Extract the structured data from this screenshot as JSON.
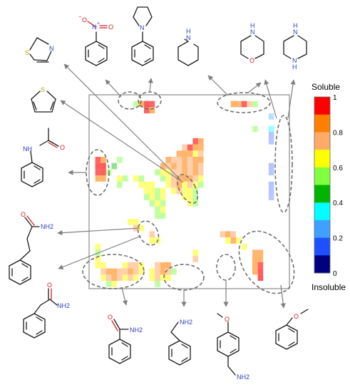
{
  "legend": {
    "top_label": "Soluble",
    "bottom_label": "Insoluble",
    "ticks": [
      "1",
      "0.8",
      "0.6",
      "0.4",
      "0.2",
      "0"
    ],
    "tick_values": [
      1,
      0.8,
      0.6,
      0.4,
      0.2,
      0
    ],
    "colors": [
      "#ff0000",
      "#ff7f00",
      "#ffaa66",
      "#ffff00",
      "#7fff3f",
      "#00b400",
      "#00ffff",
      "#3fa0ff",
      "#1e50ff",
      "#00007f"
    ]
  },
  "atoms": {
    "nitro_plus": "+",
    "nitro_minus": "−",
    "N": "N",
    "H": "H",
    "O": "O",
    "S": "S",
    "NH": "NH",
    "NH2": "NH2"
  },
  "heatmap": {
    "cells": [
      {
        "c": 8,
        "r": 1,
        "v": 0.55
      },
      {
        "c": 9,
        "r": 1,
        "v": 0.85
      },
      {
        "c": 10,
        "r": 1,
        "v": 0.95
      },
      {
        "c": 11,
        "r": 1,
        "v": 0.9
      },
      {
        "c": 26,
        "r": 1,
        "v": 0.85
      },
      {
        "c": 27,
        "r": 1,
        "v": 0.8
      },
      {
        "c": 28,
        "r": 1,
        "v": 0.9
      },
      {
        "c": 29,
        "r": 1,
        "v": 0.75
      },
      {
        "c": 30,
        "r": 1,
        "v": 0.6
      },
      {
        "c": 10,
        "r": 2,
        "v": 0.9
      },
      {
        "c": 11,
        "r": 2,
        "v": 0.85
      },
      {
        "c": 33,
        "r": 3,
        "v": 0.25
      },
      {
        "c": 30,
        "r": 5,
        "v": 0.55
      },
      {
        "c": 33,
        "r": 5,
        "v": 0.4
      },
      {
        "c": 33,
        "r": 6,
        "v": 0.2
      },
      {
        "c": 19,
        "r": 7,
        "v": 0.9
      },
      {
        "c": 20,
        "r": 7,
        "v": 0.85
      },
      {
        "c": 33,
        "r": 7,
        "v": 0.15
      },
      {
        "c": 17,
        "r": 8,
        "v": 0.75
      },
      {
        "c": 18,
        "r": 8,
        "v": 0.9
      },
      {
        "c": 19,
        "r": 8,
        "v": 0.85
      },
      {
        "c": 20,
        "r": 8,
        "v": 0.8
      },
      {
        "c": 16,
        "r": 9,
        "v": 0.8
      },
      {
        "c": 17,
        "r": 9,
        "v": 0.85
      },
      {
        "c": 18,
        "r": 9,
        "v": 0.8
      },
      {
        "c": 19,
        "r": 9,
        "v": 0.7
      },
      {
        "c": 20,
        "r": 9,
        "v": 0.75
      },
      {
        "c": 1,
        "r": 10,
        "v": 0.9
      },
      {
        "c": 2,
        "r": 10,
        "v": 0.85
      },
      {
        "c": 5,
        "r": 10,
        "v": 0.55
      },
      {
        "c": 14,
        "r": 10,
        "v": 0.8
      },
      {
        "c": 15,
        "r": 10,
        "v": 0.75
      },
      {
        "c": 16,
        "r": 10,
        "v": 0.75
      },
      {
        "c": 17,
        "r": 10,
        "v": 0.8
      },
      {
        "c": 18,
        "r": 10,
        "v": 0.75
      },
      {
        "c": 19,
        "r": 10,
        "v": 0.8
      },
      {
        "c": 20,
        "r": 10,
        "v": 0.8
      },
      {
        "c": 1,
        "r": 11,
        "v": 0.95
      },
      {
        "c": 2,
        "r": 11,
        "v": 1.0
      },
      {
        "c": 4,
        "r": 11,
        "v": 0.45
      },
      {
        "c": 13,
        "r": 11,
        "v": 0.8
      },
      {
        "c": 14,
        "r": 11,
        "v": 0.75
      },
      {
        "c": 15,
        "r": 11,
        "v": 0.8
      },
      {
        "c": 16,
        "r": 11,
        "v": 0.75
      },
      {
        "c": 17,
        "r": 11,
        "v": 0.8
      },
      {
        "c": 18,
        "r": 11,
        "v": 0.75
      },
      {
        "c": 19,
        "r": 11,
        "v": 0.8
      },
      {
        "c": 20,
        "r": 11,
        "v": 0.75
      },
      {
        "c": 33,
        "r": 11,
        "v": 0.2
      },
      {
        "c": 1,
        "r": 12,
        "v": 0.9
      },
      {
        "c": 2,
        "r": 12,
        "v": 0.95
      },
      {
        "c": 3,
        "r": 12,
        "v": 0.6
      },
      {
        "c": 12,
        "r": 12,
        "v": 0.6
      },
      {
        "c": 13,
        "r": 12,
        "v": 0.65
      },
      {
        "c": 14,
        "r": 12,
        "v": 0.7
      },
      {
        "c": 15,
        "r": 12,
        "v": 0.75
      },
      {
        "c": 16,
        "r": 12,
        "v": 0.75
      },
      {
        "c": 17,
        "r": 12,
        "v": 0.8
      },
      {
        "c": 18,
        "r": 12,
        "v": 0.75
      },
      {
        "c": 19,
        "r": 12,
        "v": 0.8
      },
      {
        "c": 20,
        "r": 12,
        "v": 0.75
      },
      {
        "c": 33,
        "r": 12,
        "v": 0.15
      },
      {
        "c": 1,
        "r": 13,
        "v": 0.85
      },
      {
        "c": 2,
        "r": 13,
        "v": 0.8
      },
      {
        "c": 5,
        "r": 13,
        "v": 0.65
      },
      {
        "c": 6,
        "r": 13,
        "v": 0.6
      },
      {
        "c": 8,
        "r": 13,
        "v": 0.65
      },
      {
        "c": 9,
        "r": 13,
        "v": 0.6
      },
      {
        "c": 13,
        "r": 13,
        "v": 0.6
      },
      {
        "c": 14,
        "r": 13,
        "v": 0.7
      },
      {
        "c": 15,
        "r": 13,
        "v": 0.75
      },
      {
        "c": 16,
        "r": 13,
        "v": 0.8
      },
      {
        "c": 17,
        "r": 13,
        "v": 0.85
      },
      {
        "c": 18,
        "r": 13,
        "v": 0.8
      },
      {
        "c": 19,
        "r": 13,
        "v": 0.75
      },
      {
        "c": 20,
        "r": 13,
        "v": 0.7
      },
      {
        "c": 5,
        "r": 14,
        "v": 0.6
      },
      {
        "c": 9,
        "r": 14,
        "v": 0.65
      },
      {
        "c": 10,
        "r": 14,
        "v": 0.7
      },
      {
        "c": 11,
        "r": 14,
        "v": 0.65
      },
      {
        "c": 14,
        "r": 14,
        "v": 0.7
      },
      {
        "c": 15,
        "r": 14,
        "v": 0.75
      },
      {
        "c": 16,
        "r": 14,
        "v": 0.8
      },
      {
        "c": 17,
        "r": 14,
        "v": 0.7
      },
      {
        "c": 18,
        "r": 14,
        "v": 0.75
      },
      {
        "c": 19,
        "r": 14,
        "v": 0.7
      },
      {
        "c": 20,
        "r": 14,
        "v": 0.6
      },
      {
        "c": 33,
        "r": 14,
        "v": 0.2
      },
      {
        "c": 10,
        "r": 15,
        "v": 0.65
      },
      {
        "c": 11,
        "r": 15,
        "v": 0.7
      },
      {
        "c": 12,
        "r": 15,
        "v": 0.6
      },
      {
        "c": 13,
        "r": 15,
        "v": 0.65
      },
      {
        "c": 15,
        "r": 15,
        "v": 0.7
      },
      {
        "c": 16,
        "r": 15,
        "v": 0.75
      },
      {
        "c": 17,
        "r": 15,
        "v": 0.65
      },
      {
        "c": 18,
        "r": 15,
        "v": 0.7
      },
      {
        "c": 19,
        "r": 15,
        "v": 0.55
      },
      {
        "c": 33,
        "r": 15,
        "v": 0.2
      },
      {
        "c": 10,
        "r": 16,
        "v": 0.6
      },
      {
        "c": 11,
        "r": 16,
        "v": 0.65
      },
      {
        "c": 12,
        "r": 16,
        "v": 0.6
      },
      {
        "c": 13,
        "r": 16,
        "v": 0.65
      },
      {
        "c": 17,
        "r": 16,
        "v": 0.7
      },
      {
        "c": 18,
        "r": 16,
        "v": 0.7
      },
      {
        "c": 19,
        "r": 16,
        "v": 0.6
      },
      {
        "c": 33,
        "r": 16,
        "v": 0.15
      },
      {
        "c": 11,
        "r": 17,
        "v": 0.6
      },
      {
        "c": 12,
        "r": 17,
        "v": 0.65
      },
      {
        "c": 13,
        "r": 17,
        "v": 0.6
      },
      {
        "c": 18,
        "r": 17,
        "v": 0.65
      },
      {
        "c": 19,
        "r": 17,
        "v": 0.6
      },
      {
        "c": 12,
        "r": 18,
        "v": 0.6
      },
      {
        "c": 13,
        "r": 18,
        "v": 0.65
      },
      {
        "c": 12,
        "r": 19,
        "v": 0.6
      },
      {
        "c": 13,
        "r": 19,
        "v": 0.6
      },
      {
        "c": 7,
        "r": 20,
        "v": 0.7
      },
      {
        "c": 8,
        "r": 20,
        "v": 0.65
      },
      {
        "c": 8,
        "r": 21,
        "v": 0.75
      },
      {
        "c": 9,
        "r": 21,
        "v": 0.7
      },
      {
        "c": 11,
        "r": 22,
        "v": 0.75
      },
      {
        "c": 24,
        "r": 22,
        "v": 0.75
      },
      {
        "c": 25,
        "r": 22,
        "v": 0.8
      },
      {
        "c": 26,
        "r": 22,
        "v": 0.75
      },
      {
        "c": 11,
        "r": 23,
        "v": 0.7
      },
      {
        "c": 12,
        "r": 23,
        "v": 0.65
      },
      {
        "c": 25,
        "r": 23,
        "v": 0.7
      },
      {
        "c": 26,
        "r": 23,
        "v": 0.8
      },
      {
        "c": 27,
        "r": 23,
        "v": 0.7
      },
      {
        "c": 1,
        "r": 24,
        "v": 0.65
      },
      {
        "c": 28,
        "r": 24,
        "v": 0.65
      },
      {
        "c": 1,
        "r": 25,
        "v": 0.6
      },
      {
        "c": 19,
        "r": 25,
        "v": 0.7
      },
      {
        "c": 30,
        "r": 25,
        "v": 0.8
      },
      {
        "c": 31,
        "r": 25,
        "v": 0.8
      },
      {
        "c": 1,
        "r": 26,
        "v": 0.65
      },
      {
        "c": 19,
        "r": 26,
        "v": 0.75
      },
      {
        "c": 30,
        "r": 26,
        "v": 0.85
      },
      {
        "c": 31,
        "r": 26,
        "v": 0.8
      },
      {
        "c": 1,
        "r": 27,
        "v": 0.7
      },
      {
        "c": 2,
        "r": 27,
        "v": 0.65
      },
      {
        "c": 6,
        "r": 27,
        "v": 0.7
      },
      {
        "c": 7,
        "r": 27,
        "v": 0.75
      },
      {
        "c": 8,
        "r": 27,
        "v": 0.75
      },
      {
        "c": 9,
        "r": 27,
        "v": 0.7
      },
      {
        "c": 12,
        "r": 27,
        "v": 0.75
      },
      {
        "c": 13,
        "r": 27,
        "v": 0.8
      },
      {
        "c": 14,
        "r": 27,
        "v": 0.85
      },
      {
        "c": 30,
        "r": 27,
        "v": 0.85
      },
      {
        "c": 31,
        "r": 27,
        "v": 0.9
      },
      {
        "c": 2,
        "r": 28,
        "v": 0.75
      },
      {
        "c": 3,
        "r": 28,
        "v": 0.8
      },
      {
        "c": 4,
        "r": 28,
        "v": 0.8
      },
      {
        "c": 5,
        "r": 28,
        "v": 0.75
      },
      {
        "c": 6,
        "r": 28,
        "v": 0.75
      },
      {
        "c": 7,
        "r": 28,
        "v": 0.8
      },
      {
        "c": 8,
        "r": 28,
        "v": 0.75
      },
      {
        "c": 9,
        "r": 28,
        "v": 0.7
      },
      {
        "c": 11,
        "r": 28,
        "v": 0.7
      },
      {
        "c": 12,
        "r": 28,
        "v": 0.75
      },
      {
        "c": 13,
        "r": 28,
        "v": 0.8
      },
      {
        "c": 14,
        "r": 28,
        "v": 0.75
      },
      {
        "c": 15,
        "r": 28,
        "v": 0.6
      },
      {
        "c": 30,
        "r": 28,
        "v": 0.85
      },
      {
        "c": 31,
        "r": 28,
        "v": 0.95
      },
      {
        "c": 2,
        "r": 29,
        "v": 0.7
      },
      {
        "c": 3,
        "r": 29,
        "v": 0.75
      },
      {
        "c": 4,
        "r": 29,
        "v": 0.8
      },
      {
        "c": 5,
        "r": 29,
        "v": 0.75
      },
      {
        "c": 6,
        "r": 29,
        "v": 0.7
      },
      {
        "c": 7,
        "r": 29,
        "v": 0.75
      },
      {
        "c": 8,
        "r": 29,
        "v": 0.7
      },
      {
        "c": 11,
        "r": 29,
        "v": 0.7
      },
      {
        "c": 12,
        "r": 29,
        "v": 0.75
      },
      {
        "c": 13,
        "r": 29,
        "v": 0.7
      },
      {
        "c": 14,
        "r": 29,
        "v": 0.7
      },
      {
        "c": 31,
        "r": 29,
        "v": 1.0
      },
      {
        "c": 3,
        "r": 30,
        "v": 0.6
      },
      {
        "c": 4,
        "r": 30,
        "v": 0.65
      },
      {
        "c": 12,
        "r": 30,
        "v": 0.6
      }
    ]
  }
}
